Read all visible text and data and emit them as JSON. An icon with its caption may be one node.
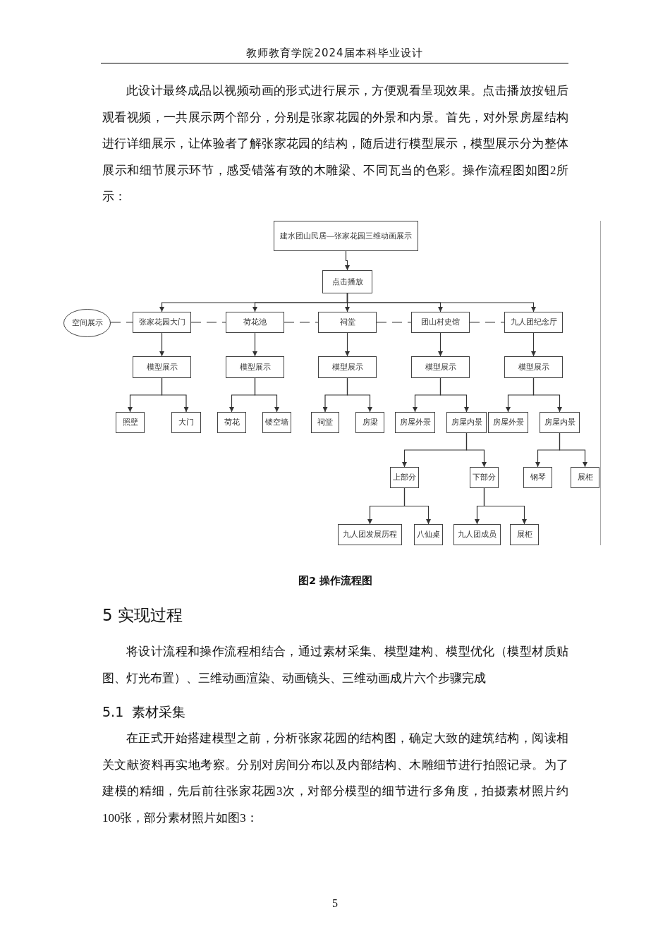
{
  "diagram": {
    "caption": "图2 操作流程图",
    "nodes": [
      {
        "text": [
          "建水团山民居—张家花园三维动画展示"
        ]
      },
      {
        "text": [
          "点击播放"
        ]
      },
      {
        "text": [
          "空间展示"
        ]
      },
      {
        "text": [
          "张家花园大门"
        ]
      },
      {
        "text": [
          "荷花池"
        ]
      },
      {
        "text": [
          "祠堂"
        ]
      },
      {
        "text": [
          "团山村史馆"
        ]
      },
      {
        "text": [
          "九人团纪念厅"
        ]
      },
      {
        "text": [
          "模型展示"
        ]
      },
      {
        "text": [
          "模型展示"
        ]
      },
      {
        "text": [
          "模型展示"
        ]
      },
      {
        "text": [
          "模型展示"
        ]
      },
      {
        "text": [
          "模型展示"
        ]
      },
      {
        "text": [
          "照壁"
        ]
      },
      {
        "text": [
          "大门"
        ]
      },
      {
        "text": [
          "荷花"
        ]
      },
      {
        "text": [
          "镂空墙"
        ]
      },
      {
        "text": [
          "祠堂"
        ]
      },
      {
        "text": [
          "房梁"
        ]
      },
      {
        "text": [
          "房屋外景"
        ]
      },
      {
        "text": [
          "房屋内景"
        ]
      },
      {
        "text": [
          "房屋外景"
        ]
      },
      {
        "text": [
          "房屋内景"
        ]
      },
      {
        "text": [
          "上部分"
        ]
      },
      {
        "text": [
          "下部分"
        ]
      },
      {
        "text": [
          "钢琴"
        ]
      },
      {
        "text": [
          "展柜"
        ]
      },
      {
        "text": [
          "九人团发展历程"
        ]
      },
      {
        "text": [
          "八仙桌"
        ]
      },
      {
        "text": [
          "九人团成员"
        ]
      },
      {
        "text": [
          "展柜"
        ]
      }
    ],
    "edges": [
      {
        "from": 0,
        "to": 1,
        "arrow": "to"
      },
      {
        "from": 1,
        "to": 3,
        "arrow": "to"
      },
      {
        "from": 1,
        "to": 4,
        "arrow": "to"
      },
      {
        "from": 1,
        "to": 5,
        "arrow": "to"
      },
      {
        "from": 1,
        "to": 6,
        "arrow": "to"
      },
      {
        "from": 1,
        "to": 7,
        "arrow": "to"
      },
      {
        "from": 2,
        "to": 3,
        "arrow": "none",
        "style": "dashed"
      },
      {
        "from": 3,
        "to": 4,
        "arrow": "none",
        "style": "dashed"
      },
      {
        "from": 4,
        "to": 5,
        "arrow": "none",
        "style": "dashed"
      },
      {
        "from": 5,
        "to": 6,
        "arrow": "none",
        "style": "dashed"
      },
      {
        "from": 6,
        "to": 7,
        "arrow": "none",
        "style": "dashed"
      },
      {
        "from": 3,
        "to": 8,
        "arrow": "to"
      },
      {
        "from": 4,
        "to": 9,
        "arrow": "to"
      },
      {
        "from": 5,
        "to": 10,
        "arrow": "to"
      },
      {
        "from": 6,
        "to": 11,
        "arrow": "to"
      },
      {
        "from": 7,
        "to": 12,
        "arrow": "to"
      },
      {
        "from": 8,
        "to": 13,
        "arrow": "to"
      },
      {
        "from": 8,
        "to": 14,
        "arrow": "to"
      },
      {
        "from": 9,
        "to": 15,
        "arrow": "to"
      },
      {
        "from": 9,
        "to": 16,
        "arrow": "to"
      },
      {
        "from": 10,
        "to": 17,
        "arrow": "to"
      },
      {
        "from": 10,
        "to": 18,
        "arrow": "to"
      },
      {
        "from": 11,
        "to": 19,
        "arrow": "to"
      },
      {
        "from": 11,
        "to": 20,
        "arrow": "to"
      },
      {
        "from": 12,
        "to": 21,
        "arrow": "to"
      },
      {
        "from": 12,
        "to": 22,
        "arrow": "to"
      },
      {
        "from": 20,
        "to": 23,
        "arrow": "to"
      },
      {
        "from": 20,
        "to": 24,
        "arrow": "to"
      },
      {
        "from": 22,
        "to": 25,
        "arrow": "to"
      },
      {
        "from": 22,
        "to": 26,
        "arrow": "to"
      },
      {
        "from": 23,
        "to": 27,
        "arrow": "to"
      },
      {
        "from": 23,
        "to": 28,
        "arrow": "to"
      },
      {
        "from": 24,
        "to": 29,
        "arrow": "to"
      },
      {
        "from": 24,
        "to": 30,
        "arrow": "to"
      }
    ],
    "labels": [
      "教师教育学院2024届本科毕业设计",
      "此设计最终成品以视频动画的形式进行展示，方便观看呈现效果。点击播放按钮后观看视频，一共展示两个部分，分别是张家花园的外景和内景。首先，对外景房屋结构进行详细展示，让体验者了解张家花园的结构，随后进行模型展示，模型展示分为整体展示和细节展示环节，感受错落有致的木雕梁、不同瓦当的色彩。操作流程图如图2所示：",
      "5 实现过程",
      "将设计流程和操作流程相结合，通过素材采集、模型建构、模型优化（模型材质贴图、灯光布置）、三维动画渲染、动画镜头、三维动画成片六个步骤完成",
      "5.1  素材采集",
      "在正式开始搭建模型之前，分析张家花园的结构图，确定大致的建筑结构，阅读相关文献资料再实地考察。分别对房间分布以及内部结构、木雕细节进行拍照记录。为了建模的精细，先后前往张家花园3次，对部分模型的细节进行多角度，拍摄素材照片约100张，部分素材照片如图3：",
      "5"
    ]
  }
}
